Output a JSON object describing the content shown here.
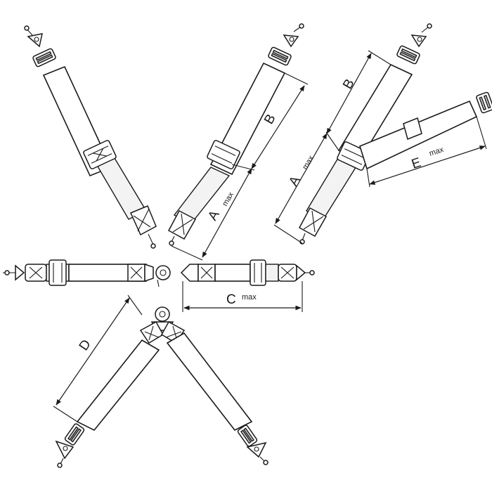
{
  "dimensions": {
    "A_left": {
      "letter": "A",
      "sub": "max"
    },
    "B_left": {
      "letter": "B",
      "sub": ""
    },
    "A_right": {
      "letter": "A",
      "sub": "max"
    },
    "B_right": {
      "letter": "B",
      "sub": ""
    },
    "C": {
      "letter": "C",
      "sub": "max"
    },
    "D": {
      "letter": "D",
      "sub": ""
    },
    "E": {
      "letter": "E",
      "sub": "max"
    }
  },
  "icons": {
    "bolt": "eye-bolt-icon",
    "plate": "anchor-plate-icon",
    "adjuster": "adjuster-buckle-icon",
    "cam_lock": "cam-lock-buckle-icon"
  }
}
